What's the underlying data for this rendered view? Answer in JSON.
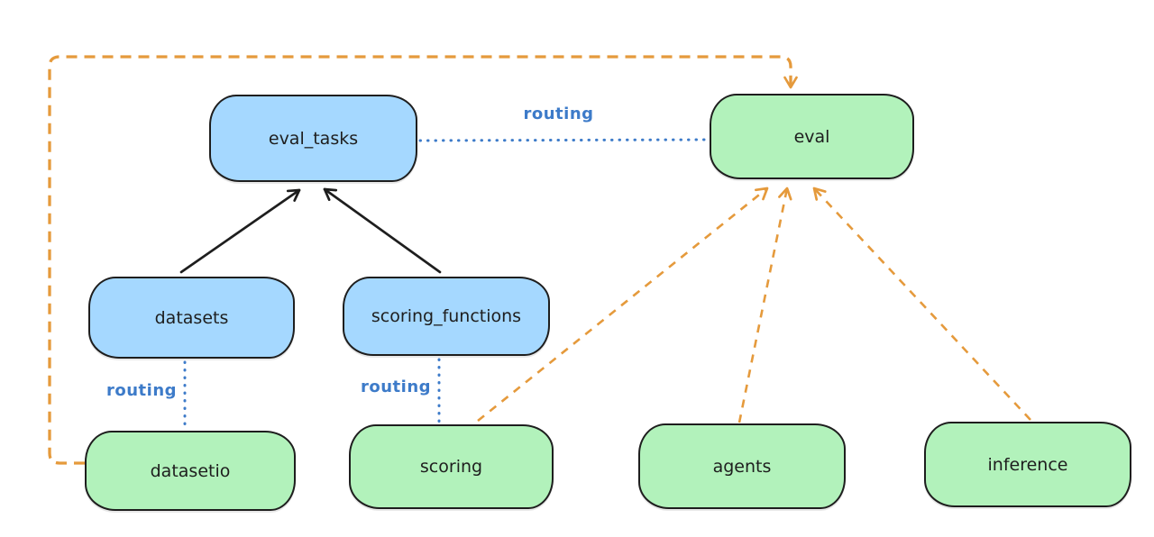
{
  "colors": {
    "ink": "#1e1e1e",
    "blue_fill": "#a5d8ff",
    "green_fill": "#b2f2bb",
    "routing_blue": "#3d7bc9",
    "orange": "#e59a3c",
    "background": "#ffffff"
  },
  "nodes": [
    {
      "id": "eval_tasks",
      "label": "eval_tasks",
      "color_group": "blue"
    },
    {
      "id": "eval",
      "label": "eval",
      "color_group": "green"
    },
    {
      "id": "datasets",
      "label": "datasets",
      "color_group": "blue"
    },
    {
      "id": "scoring_functions",
      "label": "scoring_functions",
      "color_group": "blue"
    },
    {
      "id": "datasetio",
      "label": "datasetio",
      "color_group": "green"
    },
    {
      "id": "scoring",
      "label": "scoring",
      "color_group": "green"
    },
    {
      "id": "agents",
      "label": "agents",
      "color_group": "green"
    },
    {
      "id": "inference",
      "label": "inference",
      "color_group": "green"
    }
  ],
  "edge_labels": {
    "routing": "routing"
  },
  "edges": [
    {
      "from": "datasets",
      "to": "eval_tasks",
      "style": "solid-black-arrow"
    },
    {
      "from": "scoring_functions",
      "to": "eval_tasks",
      "style": "solid-black-arrow"
    },
    {
      "from": "eval_tasks",
      "to": "eval",
      "style": "dotted-blue",
      "label": "routing"
    },
    {
      "from": "datasets",
      "to": "datasetio",
      "style": "dotted-blue",
      "label": "routing"
    },
    {
      "from": "scoring_functions",
      "to": "scoring",
      "style": "dotted-blue",
      "label": "routing"
    },
    {
      "from": "datasetio",
      "to": "eval",
      "style": "dashed-orange-arrow"
    },
    {
      "from": "scoring",
      "to": "eval",
      "style": "dashed-orange-arrow"
    },
    {
      "from": "agents",
      "to": "eval",
      "style": "dashed-orange-arrow"
    },
    {
      "from": "inference",
      "to": "eval",
      "style": "dashed-orange-arrow"
    }
  ]
}
